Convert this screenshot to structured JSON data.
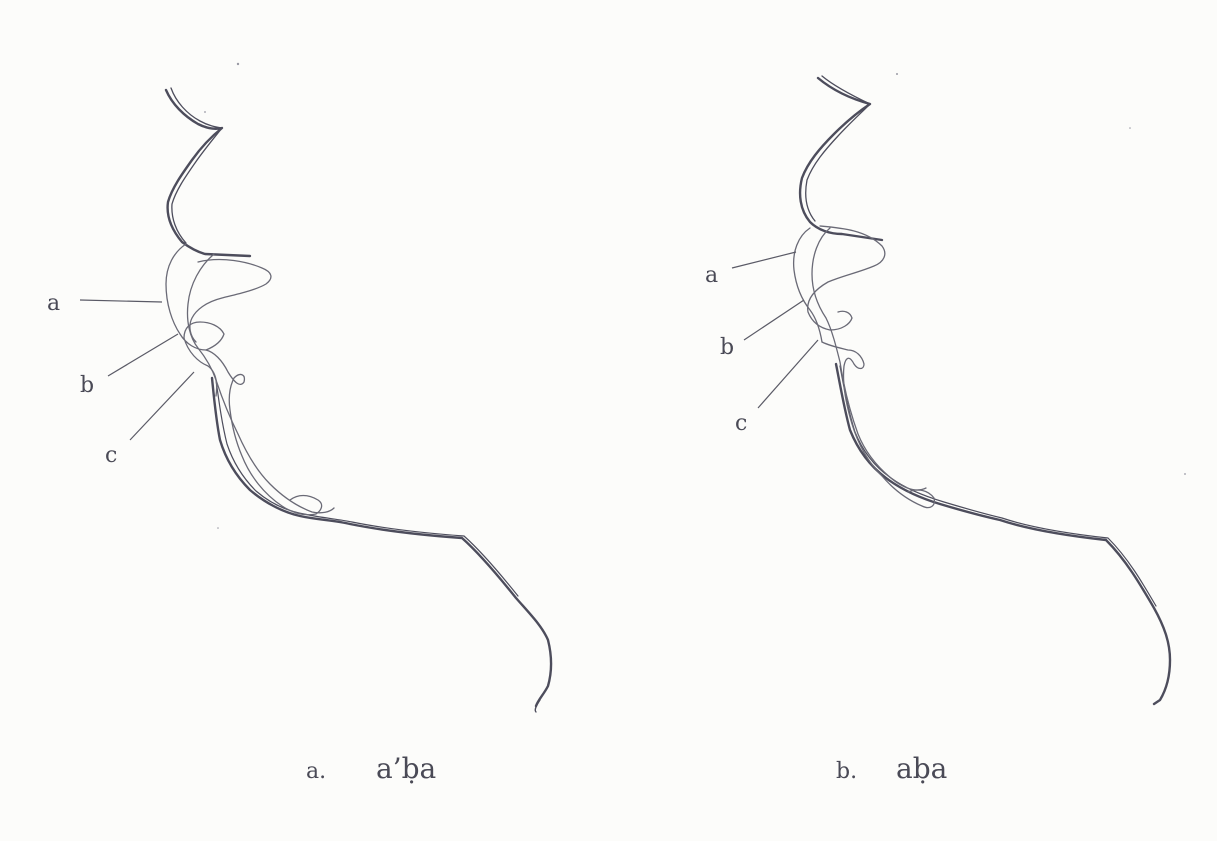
{
  "panels": [
    {
      "caption_letter": "a.",
      "caption_word": "a’ḅa",
      "labels": {
        "a": "a",
        "b": "b",
        "c": "c"
      }
    },
    {
      "caption_letter": "b.",
      "caption_word": "aḅa",
      "labels": {
        "a": "a",
        "b": "b",
        "c": "c"
      }
    }
  ],
  "colors": {
    "background": "#fcfcfa",
    "ink": "#4d4d5c"
  }
}
